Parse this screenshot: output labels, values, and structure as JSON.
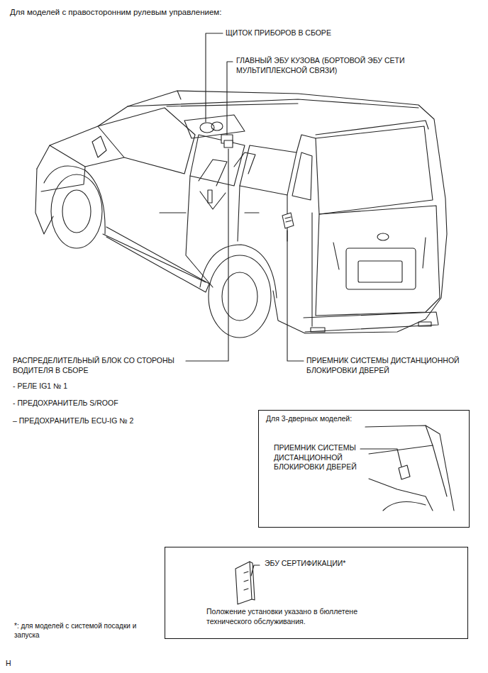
{
  "diagram": {
    "title": "Для моделей с правосторонним рулевым управлением:",
    "nodes": [
      {
        "text": [
          "Для 3-дверных моделей:",
          "ПРИЕМНИК СИСТЕМЫ ДИСТАНЦИОННОЙ БЛОКИРОВКИ ДВЕРЕЙ"
        ]
      },
      {
        "text": [
          "ЭБУ СЕРТИФИКАЦИИ*",
          "Положение установки указано в бюллетене технического обслуживания."
        ]
      }
    ],
    "labels": [
      "ЩИТОК ПРИБОРОВ В СБОРЕ",
      "ГЛАВНЫЙ ЭБУ КУЗОВА (БОРТОВОЙ ЭБУ СЕТИ МУЛЬТИПЛЕКСНОЙ СВЯЗИ)",
      "РАСПРЕДЕЛИТЕЛЬНЫЙ БЛОК СО СТОРОНЫ ВОДИТЕЛЯ В СБОРЕ",
      "- РЕЛЕ IG1 № 1",
      "- ПРЕДОХРАНИТЕЛЬ S/ROOF",
      "– ПРЕДОХРАНИТЕЛЬ ECU-IG № 2",
      "ПРИЕМНИК СИСТЕМЫ ДИСТАНЦИОННОЙ БЛОКИРОВКИ ДВЕРЕЙ",
      "*: для моделей с системой посадки и запуска",
      "H"
    ]
  }
}
